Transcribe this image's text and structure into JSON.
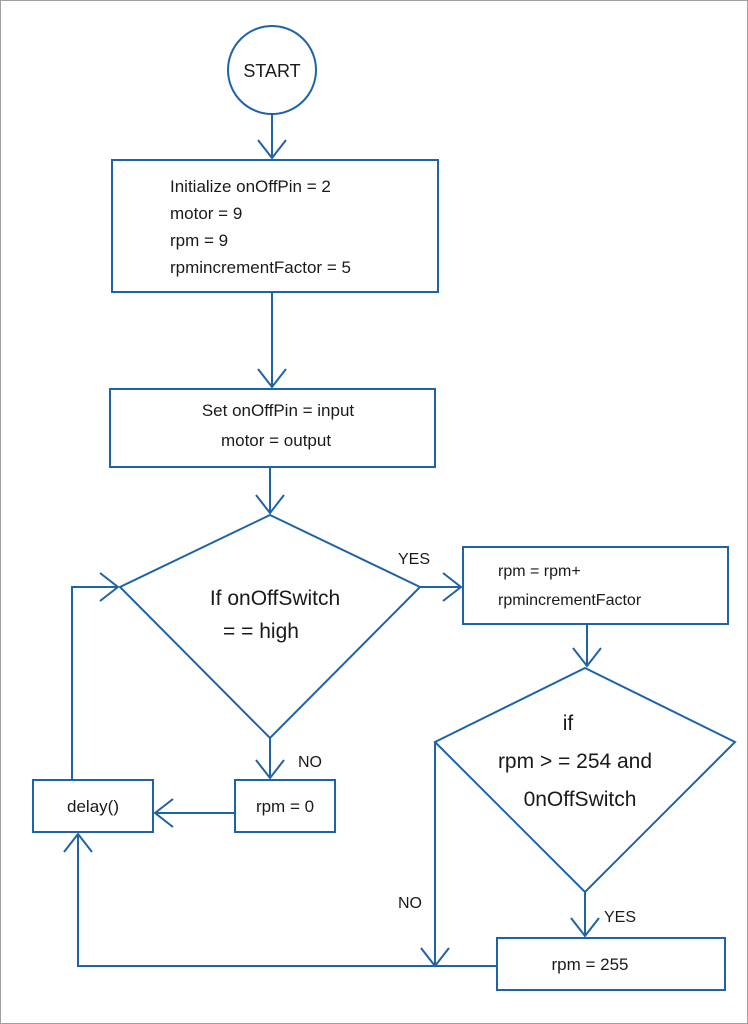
{
  "colors": {
    "stroke": "#1f63a6",
    "text": "#1a1a1a",
    "frame": "#a0a0a0",
    "background": "#ffffff"
  },
  "nodes": {
    "start": {
      "label": "START"
    },
    "init": {
      "lines": [
        "Initialize onOffPin = 2",
        "motor = 9",
        "rpm = 9",
        "rpmincrementFactor = 5"
      ]
    },
    "set": {
      "lines": [
        "Set onOffPin = input",
        "motor =  output"
      ]
    },
    "decision1": {
      "lines": [
        "If onOffSwitch",
        "= = high"
      ]
    },
    "increment": {
      "lines": [
        "rpm = rpm+",
        "rpmincrementFactor"
      ]
    },
    "decision2": {
      "lines": [
        "if",
        "rpm > = 254 and",
        "0nOffSwitch"
      ]
    },
    "rpm_zero": {
      "label": "rpm = 0"
    },
    "delay": {
      "label": "delay()"
    },
    "rpm_max": {
      "label": "rpm = 255"
    }
  },
  "edge_labels": {
    "d1_yes": "YES",
    "d1_no": "NO",
    "d2_yes": "YES",
    "d2_no": "NO"
  }
}
